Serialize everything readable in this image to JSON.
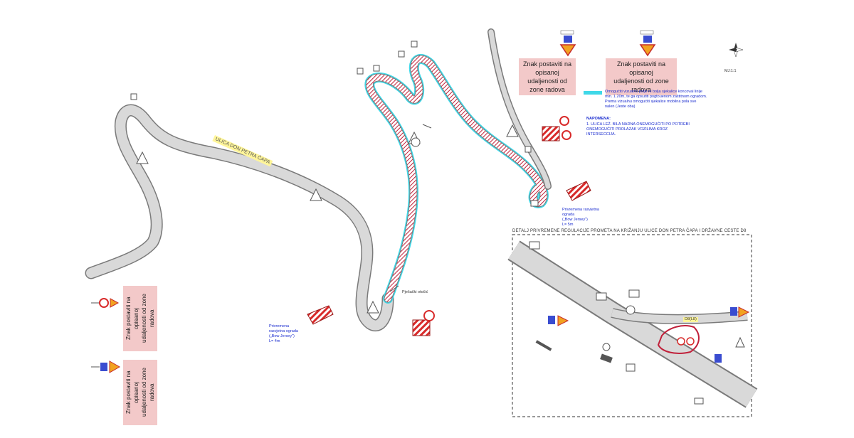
{
  "street_label": "ULICA DON PETRA ČAPA",
  "notes": {
    "top_note_1": "Znak postaviti na opisanoj\nudaljenosti od zone radova",
    "top_note_2": "Znak postaviti na opisanoj\nudaljenosti od zone radova",
    "left_note_1": "Znak postaviti na opisanoj\nudaljenosti od zone radova",
    "left_note_2": "Znak postaviti na opisanoj\nudaljenosti od zone radova"
  },
  "legend": {
    "text": "Omogućiti vizualnu polje ni bolja sjekalice koncovai linije\nmin. 1.20m, te ga opsutiti pogtouenom zaštitnom ogradom.\nPrema vizualnu omogućiti sjekalice mobilna pola sve\nnalen (Jeste oba)",
    "napomena_title": "NAPOMENA:",
    "napomena_text": "1. ULICA LEŽ. BILA NADNA ONEMOGUĆITI PO POTREBI\n   ONEMOGUĆITI PROLAZAK VOZILIMA KROZ INTERSECCIJA."
  },
  "labels": {
    "barrier_label_left": "Privremena\nrasvjetna ograda\n(„Bow Jersey\")\nL= 4m",
    "barrier_label_right": "Privremena rasvjetna ograda\n(„Bow Jersey\")\nL= 5m",
    "pedestrian_label": "Pješački otočić",
    "detail_title": "DETALJ PRIVREMENE REGULACIJE PROMETA NA KRIŽANJU ULICE DON PETRA ČAPA I DRŽAVNE CESTE D8",
    "road_id": "D8(L8)",
    "compass_label": "MJ:1:1"
  },
  "colors": {
    "road_fill": "#d9d9d9",
    "road_edge": "#7a7a7a",
    "hatch_red": "#c0203a",
    "cyan_border": "#3fd8e8",
    "note_bg": "#f3c9c9",
    "label_yellow": "#fff59a",
    "text_blue": "#1a2ccf"
  }
}
